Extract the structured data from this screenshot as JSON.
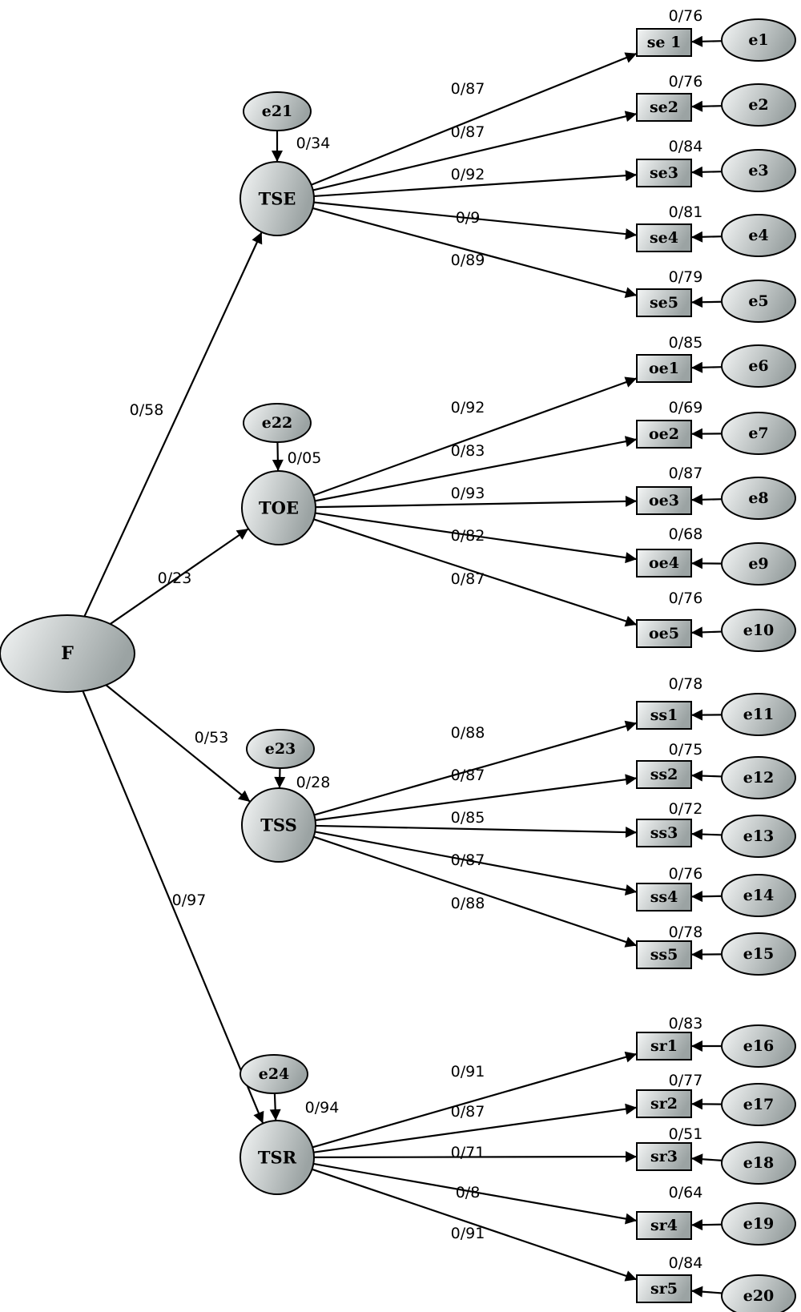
{
  "diagram": {
    "colors": {
      "fill_light": "#f4f6f6",
      "fill_dark": "#9ba3a3",
      "stroke": "#000000"
    },
    "nodes": [
      {
        "id": "F",
        "label": "F",
        "kind": "latent-ellipse"
      },
      {
        "id": "TSE",
        "label": "TSE",
        "kind": "latent-circle"
      },
      {
        "id": "TOE",
        "label": "TOE",
        "kind": "latent-circle"
      },
      {
        "id": "TSS",
        "label": "TSS",
        "kind": "latent-circle"
      },
      {
        "id": "TSR",
        "label": "TSR",
        "kind": "latent-circle"
      },
      {
        "id": "e21",
        "label": "e21",
        "kind": "error"
      },
      {
        "id": "e22",
        "label": "e22",
        "kind": "error"
      },
      {
        "id": "e23",
        "label": "e23",
        "kind": "error"
      },
      {
        "id": "e24",
        "label": "e24",
        "kind": "error"
      },
      {
        "id": "se1",
        "label": "se 1",
        "kind": "indicator"
      },
      {
        "id": "se2",
        "label": "se2",
        "kind": "indicator"
      },
      {
        "id": "se3",
        "label": "se3",
        "kind": "indicator"
      },
      {
        "id": "se4",
        "label": "se4",
        "kind": "indicator"
      },
      {
        "id": "se5",
        "label": "se5",
        "kind": "indicator"
      },
      {
        "id": "oe1",
        "label": "oe1",
        "kind": "indicator"
      },
      {
        "id": "oe2",
        "label": "oe2",
        "kind": "indicator"
      },
      {
        "id": "oe3",
        "label": "oe3",
        "kind": "indicator"
      },
      {
        "id": "oe4",
        "label": "oe4",
        "kind": "indicator"
      },
      {
        "id": "oe5",
        "label": "oe5",
        "kind": "indicator"
      },
      {
        "id": "ss1",
        "label": "ss1",
        "kind": "indicator"
      },
      {
        "id": "ss2",
        "label": "ss2",
        "kind": "indicator"
      },
      {
        "id": "ss3",
        "label": "ss3",
        "kind": "indicator"
      },
      {
        "id": "ss4",
        "label": "ss4",
        "kind": "indicator"
      },
      {
        "id": "ss5",
        "label": "ss5",
        "kind": "indicator"
      },
      {
        "id": "sr1",
        "label": "sr1",
        "kind": "indicator"
      },
      {
        "id": "sr2",
        "label": "sr2",
        "kind": "indicator"
      },
      {
        "id": "sr3",
        "label": "sr3",
        "kind": "indicator"
      },
      {
        "id": "sr4",
        "label": "sr4",
        "kind": "indicator"
      },
      {
        "id": "sr5",
        "label": "sr5",
        "kind": "indicator"
      },
      {
        "id": "e1",
        "label": "e1",
        "kind": "error"
      },
      {
        "id": "e2",
        "label": "e2",
        "kind": "error"
      },
      {
        "id": "e3",
        "label": "e3",
        "kind": "error"
      },
      {
        "id": "e4",
        "label": "e4",
        "kind": "error"
      },
      {
        "id": "e5",
        "label": "e5",
        "kind": "error"
      },
      {
        "id": "e6",
        "label": "e6",
        "kind": "error"
      },
      {
        "id": "e7",
        "label": "e7",
        "kind": "error"
      },
      {
        "id": "e8",
        "label": "e8",
        "kind": "error"
      },
      {
        "id": "e9",
        "label": "e9",
        "kind": "error"
      },
      {
        "id": "e10",
        "label": "e10",
        "kind": "error"
      },
      {
        "id": "e11",
        "label": "e11",
        "kind": "error"
      },
      {
        "id": "e12",
        "label": "e12",
        "kind": "error"
      },
      {
        "id": "e13",
        "label": "e13",
        "kind": "error"
      },
      {
        "id": "e14",
        "label": "e14",
        "kind": "error"
      },
      {
        "id": "e15",
        "label": "e15",
        "kind": "error"
      },
      {
        "id": "e16",
        "label": "e16",
        "kind": "error"
      },
      {
        "id": "e17",
        "label": "e17",
        "kind": "error"
      },
      {
        "id": "e18",
        "label": "e18",
        "kind": "error"
      },
      {
        "id": "e19",
        "label": "e19",
        "kind": "error"
      },
      {
        "id": "e20",
        "label": "e20",
        "kind": "error"
      }
    ],
    "edges": [
      {
        "from": "F",
        "to": "TSE",
        "label": "0/58"
      },
      {
        "from": "F",
        "to": "TOE",
        "label": "0/23"
      },
      {
        "from": "F",
        "to": "TSS",
        "label": "0/53"
      },
      {
        "from": "F",
        "to": "TSR",
        "label": "0/97"
      },
      {
        "from": "e21",
        "to": "TSE",
        "label": "0/34"
      },
      {
        "from": "e22",
        "to": "TOE",
        "label": "0/05"
      },
      {
        "from": "e23",
        "to": "TSS",
        "label": "0/28"
      },
      {
        "from": "e24",
        "to": "TSR",
        "label": "0/94"
      },
      {
        "from": "TSE",
        "to": "se1",
        "label": "0/87"
      },
      {
        "from": "TSE",
        "to": "se2",
        "label": "0/87"
      },
      {
        "from": "TSE",
        "to": "se3",
        "label": "0/92"
      },
      {
        "from": "TSE",
        "to": "se4",
        "label": "0/9"
      },
      {
        "from": "TSE",
        "to": "se5",
        "label": "0/89"
      },
      {
        "from": "TOE",
        "to": "oe1",
        "label": "0/92"
      },
      {
        "from": "TOE",
        "to": "oe2",
        "label": "0/83"
      },
      {
        "from": "TOE",
        "to": "oe3",
        "label": "0/93"
      },
      {
        "from": "TOE",
        "to": "oe4",
        "label": "0/82"
      },
      {
        "from": "TOE",
        "to": "oe5",
        "label": "0/87"
      },
      {
        "from": "TSS",
        "to": "ss1",
        "label": "0/88"
      },
      {
        "from": "TSS",
        "to": "ss2",
        "label": "0/87"
      },
      {
        "from": "TSS",
        "to": "ss3",
        "label": "0/85"
      },
      {
        "from": "TSS",
        "to": "ss4",
        "label": "0/87"
      },
      {
        "from": "TSS",
        "to": "ss5",
        "label": "0/88"
      },
      {
        "from": "TSR",
        "to": "sr1",
        "label": "0/91"
      },
      {
        "from": "TSR",
        "to": "sr2",
        "label": "0/87"
      },
      {
        "from": "TSR",
        "to": "sr3",
        "label": "0/71"
      },
      {
        "from": "TSR",
        "to": "sr4",
        "label": "0/8"
      },
      {
        "from": "TSR",
        "to": "sr5",
        "label": "0/91"
      },
      {
        "from": "e1",
        "to": "se1",
        "label": "0/76"
      },
      {
        "from": "e2",
        "to": "se2",
        "label": "0/76"
      },
      {
        "from": "e3",
        "to": "se3",
        "label": "0/84"
      },
      {
        "from": "e4",
        "to": "se4",
        "label": "0/81"
      },
      {
        "from": "e5",
        "to": "se5",
        "label": "0/79"
      },
      {
        "from": "e6",
        "to": "oe1",
        "label": "0/85"
      },
      {
        "from": "e7",
        "to": "oe2",
        "label": "0/69"
      },
      {
        "from": "e8",
        "to": "oe3",
        "label": "0/87"
      },
      {
        "from": "e9",
        "to": "oe4",
        "label": "0/68"
      },
      {
        "from": "e10",
        "to": "oe5",
        "label": "0/76"
      },
      {
        "from": "e11",
        "to": "ss1",
        "label": "0/78"
      },
      {
        "from": "e12",
        "to": "ss2",
        "label": "0/75"
      },
      {
        "from": "e13",
        "to": "ss3",
        "label": "0/72"
      },
      {
        "from": "e14",
        "to": "ss4",
        "label": "0/76"
      },
      {
        "from": "e15",
        "to": "ss5",
        "label": "0/78"
      },
      {
        "from": "e16",
        "to": "sr1",
        "label": "0/83"
      },
      {
        "from": "e17",
        "to": "sr2",
        "label": "0/77"
      },
      {
        "from": "e18",
        "to": "sr3",
        "label": "0/51"
      },
      {
        "from": "e19",
        "to": "sr4",
        "label": "0/64"
      },
      {
        "from": "e20",
        "to": "sr5",
        "label": "0/84"
      }
    ]
  }
}
